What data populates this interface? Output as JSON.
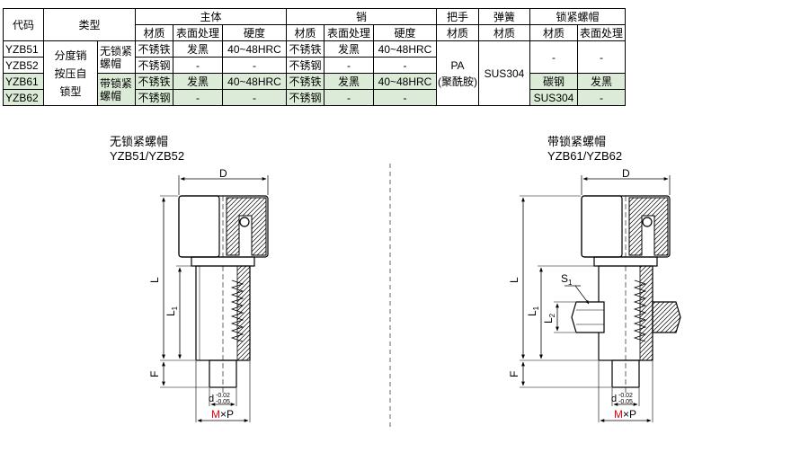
{
  "table": {
    "h_code": "代码",
    "h_type": "类型",
    "h_body": "主体",
    "h_pin": "销",
    "h_handle": "把手",
    "h_spring": "弹簧",
    "h_locknut": "锁紧螺帽",
    "sub_material": "材质",
    "sub_surface": "表面处理",
    "sub_hardness": "硬度",
    "type_main": [
      "分度销",
      "按压自",
      "锁型"
    ],
    "type_nolock": [
      "无锁紧",
      "螺帽"
    ],
    "type_lock": [
      "带锁紧",
      "螺帽"
    ],
    "handle_value": [
      "PA",
      "(聚酰胺)"
    ],
    "spring_value": "SUS304",
    "rows": [
      {
        "code": "YZB51",
        "body_mat": "不锈铁",
        "body_surf": "发黑",
        "body_hard": "40~48HRC",
        "pin_mat": "不锈铁",
        "pin_surf": "发黑",
        "pin_hard": "40~48HRC"
      },
      {
        "code": "YZB52",
        "body_mat": "不锈钢",
        "body_surf": "-",
        "body_hard": "-",
        "pin_mat": "不锈钢",
        "pin_surf": "-",
        "pin_hard": "-"
      },
      {
        "code": "YZB61",
        "body_mat": "不锈铁",
        "body_surf": "发黑",
        "body_hard": "40~48HRC",
        "pin_mat": "不锈铁",
        "pin_surf": "发黑",
        "pin_hard": "40~48HRC",
        "nut_mat": "碳钢",
        "nut_surf": "发黑"
      },
      {
        "code": "YZB62",
        "body_mat": "不锈钢",
        "body_surf": "-",
        "body_hard": "-",
        "pin_mat": "不锈钢",
        "pin_surf": "-",
        "pin_hard": "-",
        "nut_mat": "SUS304",
        "nut_surf": "-"
      }
    ],
    "nolock_nut_mat": "-",
    "nolock_nut_surf": "-"
  },
  "drawings": {
    "left_title": "无锁紧螺帽",
    "left_codes": "YZB51/YZB52",
    "right_title": "带锁紧螺帽",
    "right_codes": "YZB61/YZB62",
    "dim_D": "D",
    "dim_L": "L",
    "dim_L1": "L",
    "dim_L1_sub": "1",
    "dim_L2": "L",
    "dim_L2_sub": "2",
    "dim_F": "F",
    "dim_d": "d",
    "tol_upper": "-0.02",
    "tol_lower": "-0.05",
    "thread_M": "M",
    "thread_rest": "×P",
    "s1_label": "S",
    "s1_sub": "1"
  },
  "colors": {
    "highlight_row": "#dcebd7",
    "thread_M": "#e60012"
  }
}
